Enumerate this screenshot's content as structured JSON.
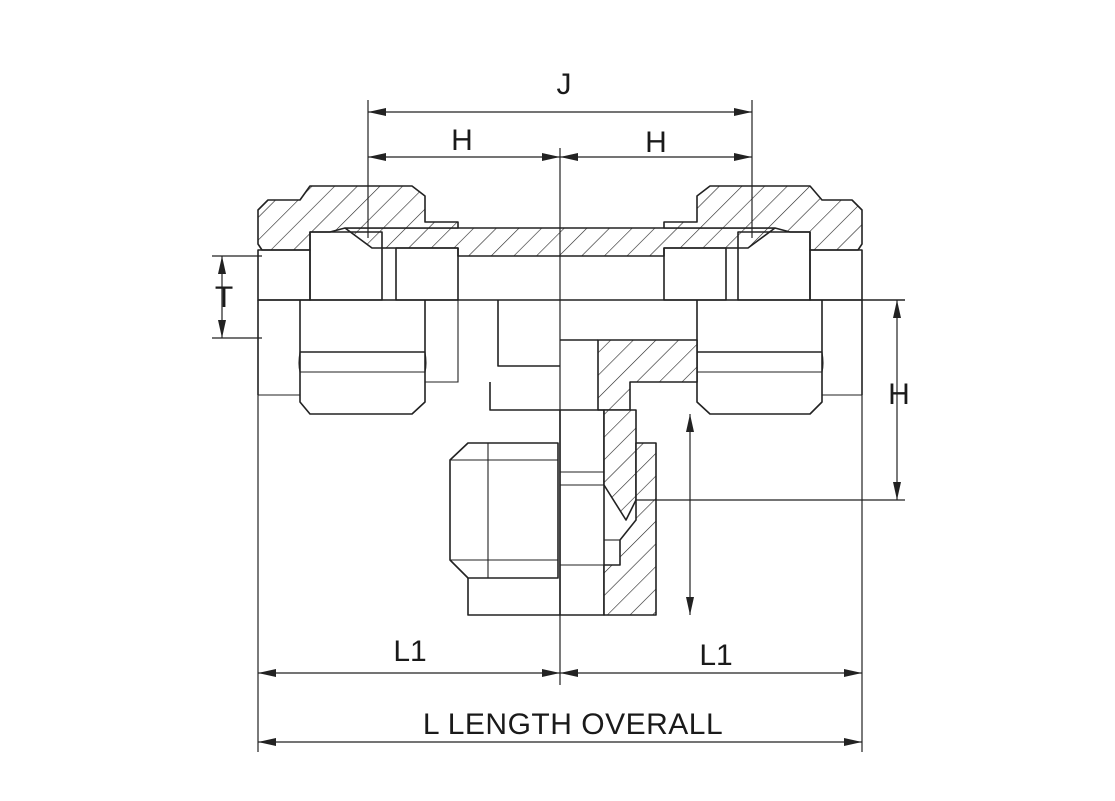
{
  "dimensions": {
    "j": "J",
    "h_left": "H",
    "h_right": "H",
    "h_vertical": "H",
    "t": "T",
    "l1_left": "L1",
    "l1_right": "L1",
    "overall": "L LENGTH OVERALL"
  },
  "colors": {
    "line": "#222222",
    "background": "#ffffff"
  }
}
